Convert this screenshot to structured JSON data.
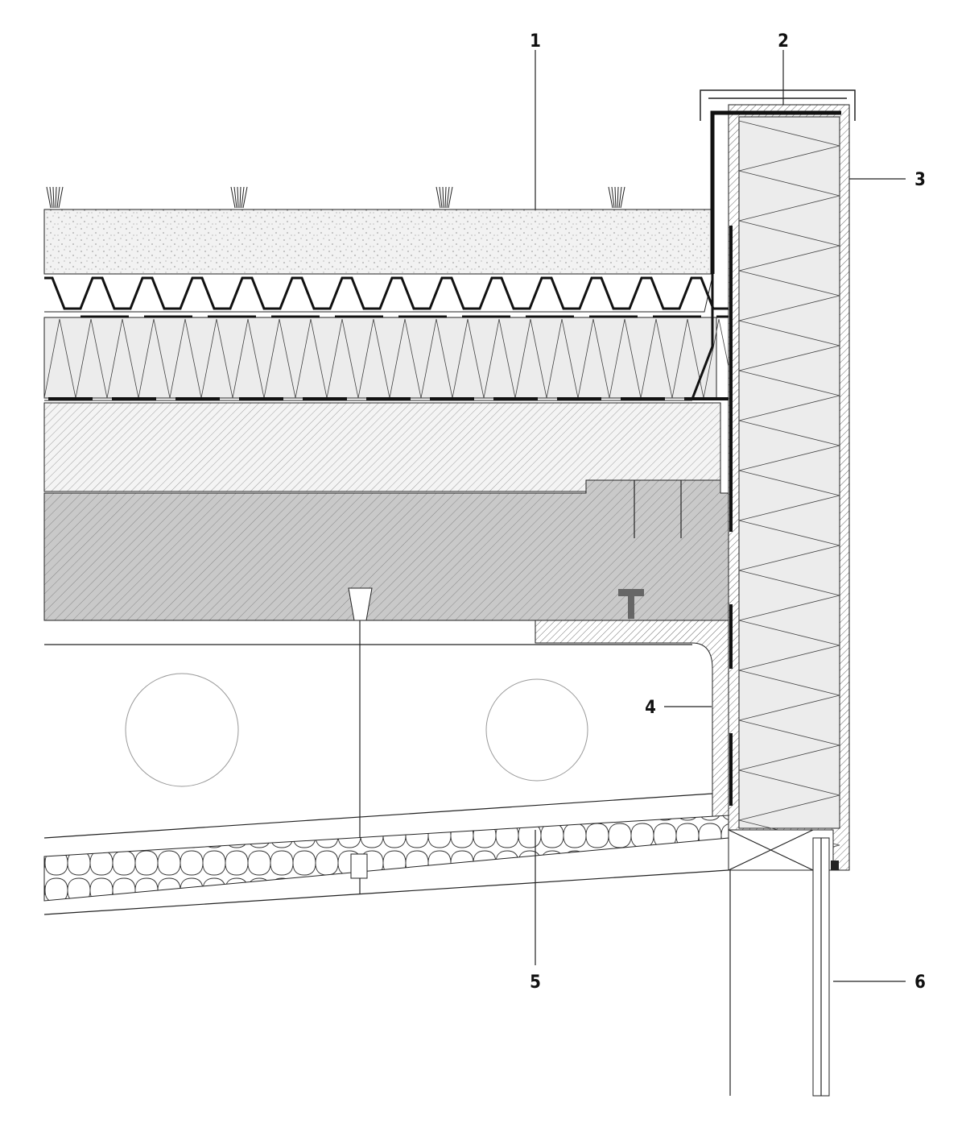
{
  "drawing": {
    "labels": {
      "l1": "1",
      "l2": "2",
      "l3": "3",
      "l4": "4",
      "l5": "5",
      "l6": "6"
    },
    "colors": {
      "line": "#222222",
      "slab": "#c9c9c9",
      "insulation": "#ececec",
      "soil": "#f0f0f0",
      "membrane": "#111111"
    }
  }
}
